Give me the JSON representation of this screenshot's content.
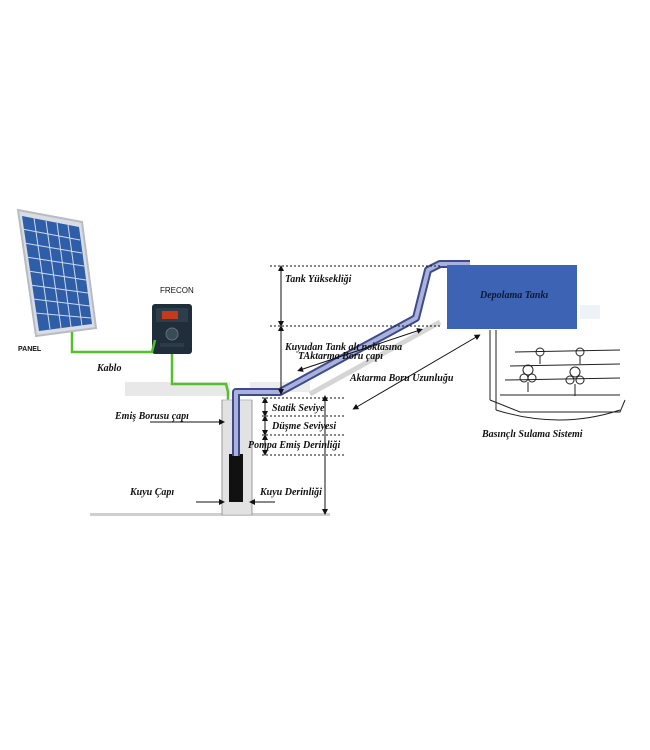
{
  "labels": {
    "panel": "PANEL",
    "frecon": "FRECON",
    "kablo": "Kablo",
    "tank_yuksekligi": "Tank Yüksekliği",
    "depolama_tanki": "Depolama Tankı",
    "kuyudan_tank": "Kuyudan Tank alt noktasına",
    "aktarma_boru_capi": "TAktarma Boru çapı",
    "aktarma_boru_uzunlugu": "Aktarma Boru Uzunluğu",
    "statik_seviye": "Statik Seviye",
    "dusme_seviyesi": "Düşme Seviyesi",
    "pompa_emis_derinligi": "Pompa Emiş Derinliği",
    "emis_borusu_capi": "Emiş Borusu çapı",
    "kuyu_capi": "Kuyu Çapı",
    "kuyu_derinligi": "Kuyu Derinliği",
    "basincli_sulama": "Basınçlı Sulama Sistemi"
  },
  "colors": {
    "pipe_outer": "#3d4a8c",
    "pipe_inner": "#aab2dc",
    "cable": "#55c12a",
    "tank": "#3c63b4",
    "panel_cell": "#2f5ea9",
    "panel_frame": "#d9dde3",
    "inverter": "#1f2e3a"
  }
}
